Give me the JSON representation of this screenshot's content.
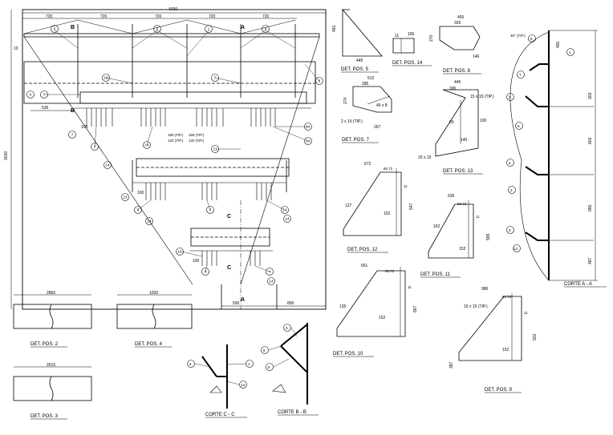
{
  "main_view": {
    "dim_total": "4030",
    "dim_720": [
      "720",
      "720",
      "720",
      "720",
      "720"
    ],
    "dim_height": "3030",
    "dim_535": "535",
    "dim_10": "10",
    "dim_bottom_left": "500",
    "dim_bottom_right": "800",
    "dim_100_a": "100",
    "dim_100_b": "100",
    "dim_100_c": "100",
    "tips": [
      "180 (TIP.)",
      "120 (TIP.)",
      "180 (TIP.)",
      "120 (TIP.)"
    ],
    "section_letters": {
      "a_top": "A",
      "b_top": "B",
      "b_left": "B",
      "c_mid": "C",
      "c_low": "C",
      "a_bottom": "A"
    },
    "balloons": [
      "6",
      "5",
      "1",
      "6",
      "10",
      "7",
      "8",
      "9",
      "7",
      "7",
      "2",
      "14",
      "14",
      "14",
      "14",
      "11",
      "13",
      "6",
      "3",
      "14",
      "14",
      "14",
      "15",
      "8",
      "4",
      "14",
      "13",
      "12"
    ]
  },
  "det_pos_5": {
    "title": "DET. POS. 5",
    "d1": "481",
    "d2": "445"
  },
  "det_pos_14": {
    "title": "DET. POS. 14",
    "d1": "11",
    "d2": "165"
  },
  "det_pos_8": {
    "title": "DET. POS. 8",
    "d1": "455",
    "d2": "325",
    "d3": "146",
    "d4": "270"
  },
  "det_pos_7": {
    "title": "DET. POS. 7",
    "d1": "512",
    "d2": "285",
    "d3": "274",
    "d4": "2 x 15 (TIP.)",
    "d5": "267",
    "d6": "45 x 8"
  },
  "det_pos_13": {
    "title": "DET. POS. 13",
    "d1": "445",
    "d2": "395",
    "d3": "15 x 15 (TIP.)",
    "d4": "60",
    "d5": "100",
    "d6": "140",
    "d7": "15 x 15"
  },
  "det_pos_12": {
    "title": "DET. POS. 12",
    "d1": "672",
    "d2": "127",
    "d3": "152",
    "d4": "547",
    "d5": "60.72",
    "d6": "11"
  },
  "det_pos_11": {
    "title": "DET. POS. 11",
    "d1": "535",
    "d2": "162",
    "d3": "152",
    "d4": "60.72",
    "d5": "11",
    "d6": "599"
  },
  "det_pos_10": {
    "title": "DET. POS. 10",
    "d1": "661",
    "d2": "135",
    "d3": "152",
    "d4": "60.72",
    "d5": "11",
    "d6": "867"
  },
  "det_pos_9": {
    "title": "DET. POS. 9",
    "d1": "986",
    "d2": "15 x 15 (TIP.)",
    "d3": "152",
    "d4": "60.72",
    "d5": "11",
    "d6": "922",
    "d7": "387"
  },
  "det_pos_2": {
    "title": "DET. POS. 2",
    "dim": "2860"
  },
  "det_pos_3": {
    "title": "DET. POS. 3",
    "dim": "2015"
  },
  "det_pos_4": {
    "title": "DET. POS. 4",
    "dim": "1030"
  },
  "corte_aa": {
    "title": "CORTE A - A",
    "d1": "303",
    "d2": "903",
    "d3": "955",
    "d4": "450",
    "d5": "487",
    "angle": "45° (TIP.)",
    "balloons": [
      "6",
      "1",
      "7",
      "3",
      "8",
      "5",
      "3",
      "6",
      "12"
    ]
  },
  "corte_cc": {
    "title": "CORTE C - C",
    "balloons": [
      "6",
      "1",
      "14"
    ]
  },
  "corte_bb": {
    "title": "CORTE B - B",
    "balloons": [
      "5",
      "6",
      "8"
    ]
  }
}
